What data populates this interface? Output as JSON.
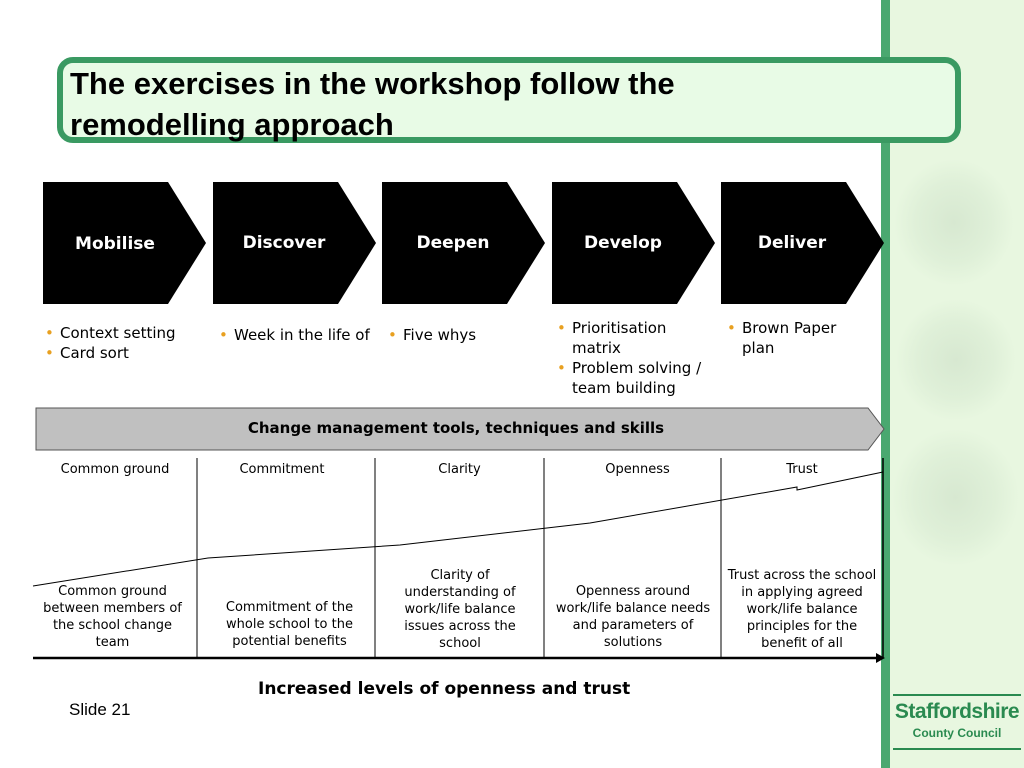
{
  "title": "The exercises in the workshop follow the remodelling approach",
  "stages": [
    {
      "label": "Mobilise",
      "bullets": [
        "Context setting",
        "Card sort"
      ]
    },
    {
      "label": "Discover",
      "bullets": [
        "Week in the life of"
      ]
    },
    {
      "label": "Deepen",
      "bullets": [
        "Five whys"
      ]
    },
    {
      "label": "Develop",
      "bullets": [
        "Prioritisation matrix",
        "Problem solving / team building"
      ]
    },
    {
      "label": "Deliver",
      "bullets": [
        "Brown Paper plan"
      ]
    }
  ],
  "banner": "Change management  tools, techniques and skills",
  "columns": [
    {
      "head": "Common ground",
      "desc": "Common ground between members of the school change team"
    },
    {
      "head": "Commitment",
      "desc": "Commitment of the whole school to the potential benefits"
    },
    {
      "head": "Clarity",
      "desc": "Clarity of understanding of work/life balance issues across the school"
    },
    {
      "head": "Openness",
      "desc": "Openness around work/life balance needs and parameters of solutions"
    },
    {
      "head": "Trust",
      "desc": "Trust across the school in applying agreed work/life balance principles for the benefit of all"
    }
  ],
  "footer": "Increased levels of openness and trust",
  "slide_number": "Slide 21",
  "logo": {
    "main": "Staffordshire",
    "sub": "County Council"
  },
  "colors": {
    "accent": "#3a9a62",
    "sidebar": "#e8f7e0",
    "bullet": "#e8a020",
    "banner": "#c0c0c0"
  }
}
